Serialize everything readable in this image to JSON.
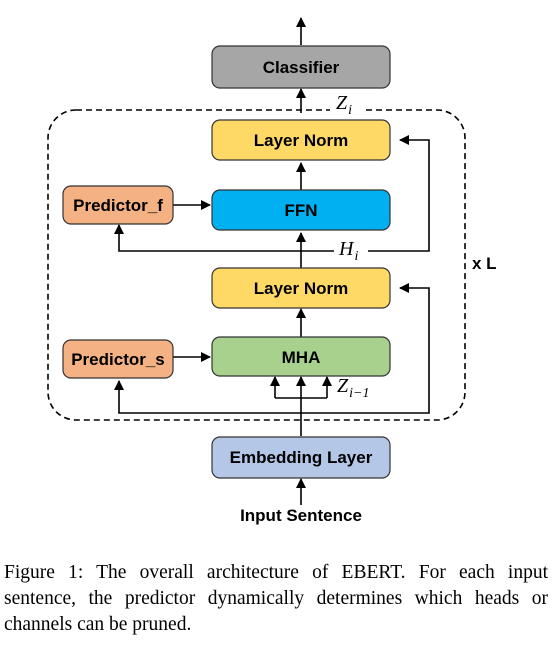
{
  "diagram": {
    "classifier": "Classifier",
    "layer_norm_top": "Layer Norm",
    "ffn": "FFN",
    "predictor_f": "Predictor_f",
    "layer_norm_bottom": "Layer Norm",
    "mha": "MHA",
    "predictor_s": "Predictor_s",
    "embedding": "Embedding Layer",
    "input": "Input Sentence",
    "repeat_label": "x L",
    "z_i": {
      "base": "Z",
      "sub": "i"
    },
    "h_i": {
      "base": "H",
      "sub": "i"
    },
    "z_i_minus_1": {
      "base": "Z",
      "sub": "i−1"
    }
  },
  "colors": {
    "classifier_fill": "#a6a6a6",
    "layer_norm_fill": "#ffd966",
    "ffn_fill": "#00b0f0",
    "predictor_fill": "#f4b183",
    "mha_fill": "#a9d18e",
    "embedding_fill": "#b4c7e7"
  },
  "caption": "Figure 1: The overall architecture of EBERT. For each input sentence, the predictor dynamically determines which heads or channels can be pruned."
}
